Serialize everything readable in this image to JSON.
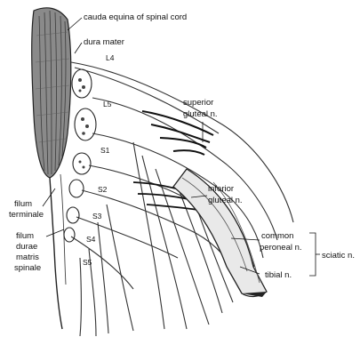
{
  "labels": {
    "cauda_equina": "cauda equina of spinal cord",
    "dura_mater": "dura mater",
    "superior_gluteal_1": "superior",
    "superior_gluteal_2": "gluteal n.",
    "inferior_gluteal_1": "inferior",
    "inferior_gluteal_2": "gluteal n.",
    "filum_terminale_1": "filum",
    "filum_terminale_2": "terminale",
    "filum_durae_1": "filum",
    "filum_durae_2": "durae",
    "filum_durae_3": "matris",
    "filum_durae_4": "spinale",
    "common_peroneal_1": "common",
    "common_peroneal_2": "peroneal n.",
    "tibial": "tibial n.",
    "sciatic": "sciatic n."
  },
  "levels": [
    "L4",
    "L5",
    "S1",
    "S2",
    "S3",
    "S4",
    "S5"
  ]
}
